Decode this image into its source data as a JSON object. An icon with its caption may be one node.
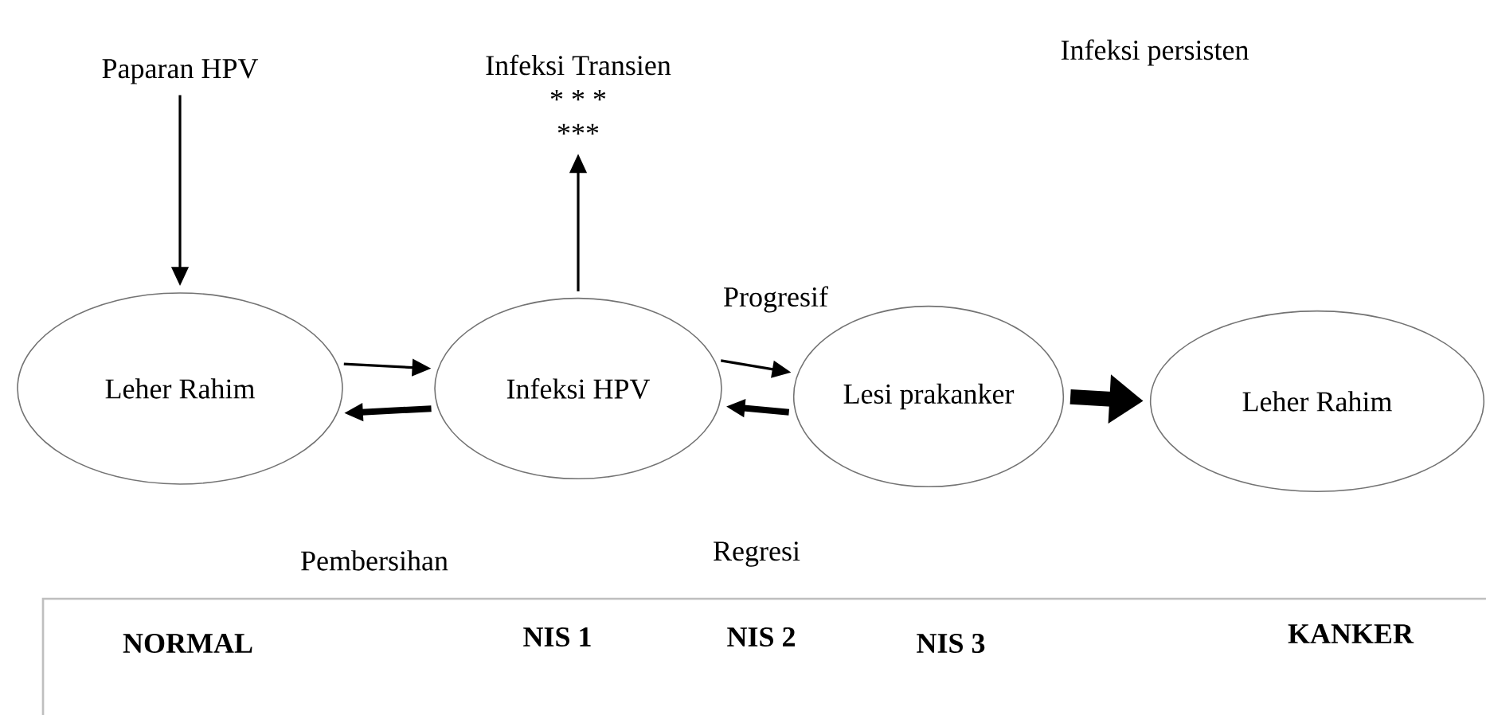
{
  "diagram": {
    "nodes": [
      {
        "text": [
          "Paparan HPV"
        ]
      },
      {
        "text": [
          "Infeksi Transien",
          "* * *",
          "***"
        ]
      },
      {
        "text": [
          "Leher Rahim"
        ]
      },
      {
        "text": [
          "Infeksi HPV"
        ]
      },
      {
        "text": [
          "Lesi prakanker"
        ]
      },
      {
        "text": [
          "Leher Rahim"
        ]
      }
    ],
    "edges": [
      {
        "from": 0,
        "to": 2,
        "arrow": "to"
      },
      {
        "from": 3,
        "to": 1,
        "arrow": "to"
      },
      {
        "from": 2,
        "to": 3,
        "arrow": "to"
      },
      {
        "from": 3,
        "to": 2,
        "arrow": "to",
        "style": "thick"
      },
      {
        "from": 3,
        "to": 4,
        "arrow": "to"
      },
      {
        "from": 4,
        "to": 3,
        "arrow": "to",
        "style": "thick"
      },
      {
        "from": 4,
        "to": 5,
        "arrow": "to",
        "style": "thick"
      }
    ],
    "labels": [
      "Infeksi persisten",
      "Progresif",
      "Pembersihan",
      "Regresi",
      "NORMAL",
      "NIS 1",
      "NIS 2",
      "NIS 3",
      "KANKER"
    ]
  }
}
